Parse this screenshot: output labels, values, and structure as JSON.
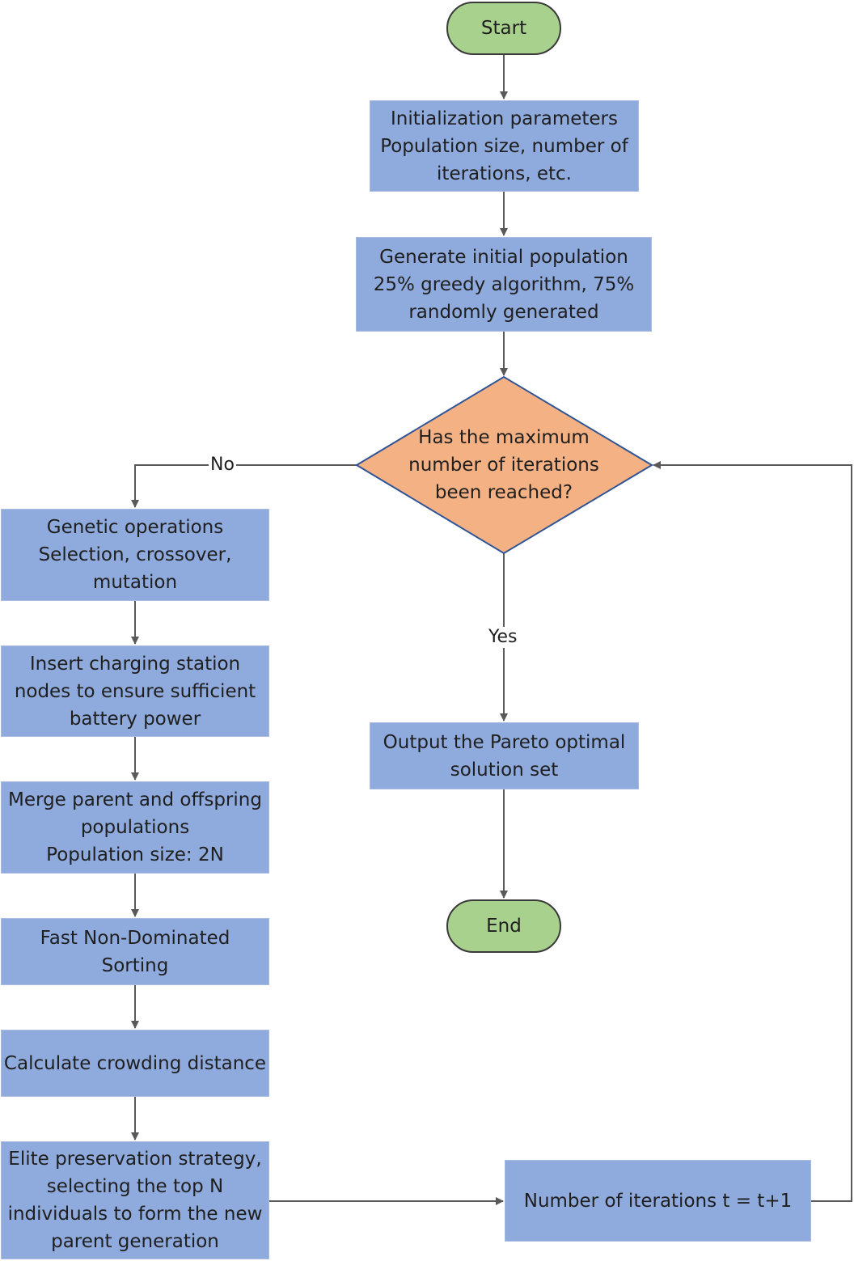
{
  "flowchart": {
    "start": "Start",
    "init": [
      "Initialization parameters",
      "Population size, number of",
      "iterations, etc."
    ],
    "generate": [
      "Generate initial population",
      "25% greedy algorithm, 75%",
      "randomly generated"
    ],
    "decision": [
      "Has the maximum",
      "number of iterations",
      "been reached?"
    ],
    "no_label": "No",
    "yes_label": "Yes",
    "genetic": [
      "Genetic operations",
      "Selection, crossover,",
      "mutation"
    ],
    "insert": [
      "Insert charging station",
      "nodes to ensure sufficient",
      "battery power"
    ],
    "merge": [
      "Merge parent and offspring",
      "populations",
      "Population size: 2N"
    ],
    "sort": [
      "Fast Non-Dominated",
      "Sorting"
    ],
    "crowding": [
      "Calculate crowding distance"
    ],
    "elite": [
      "Elite preservation strategy,",
      "selecting the top N",
      "individuals to form the new",
      "parent generation"
    ],
    "output": [
      "Output the Pareto optimal",
      "solution set"
    ],
    "end": "End",
    "increment": [
      "Number of iterations t = t+1"
    ]
  },
  "colors": {
    "process_fill": "#8faadc",
    "terminal_fill": "#a9d18e",
    "decision_fill": "#f4b183",
    "connector": "#595959"
  }
}
